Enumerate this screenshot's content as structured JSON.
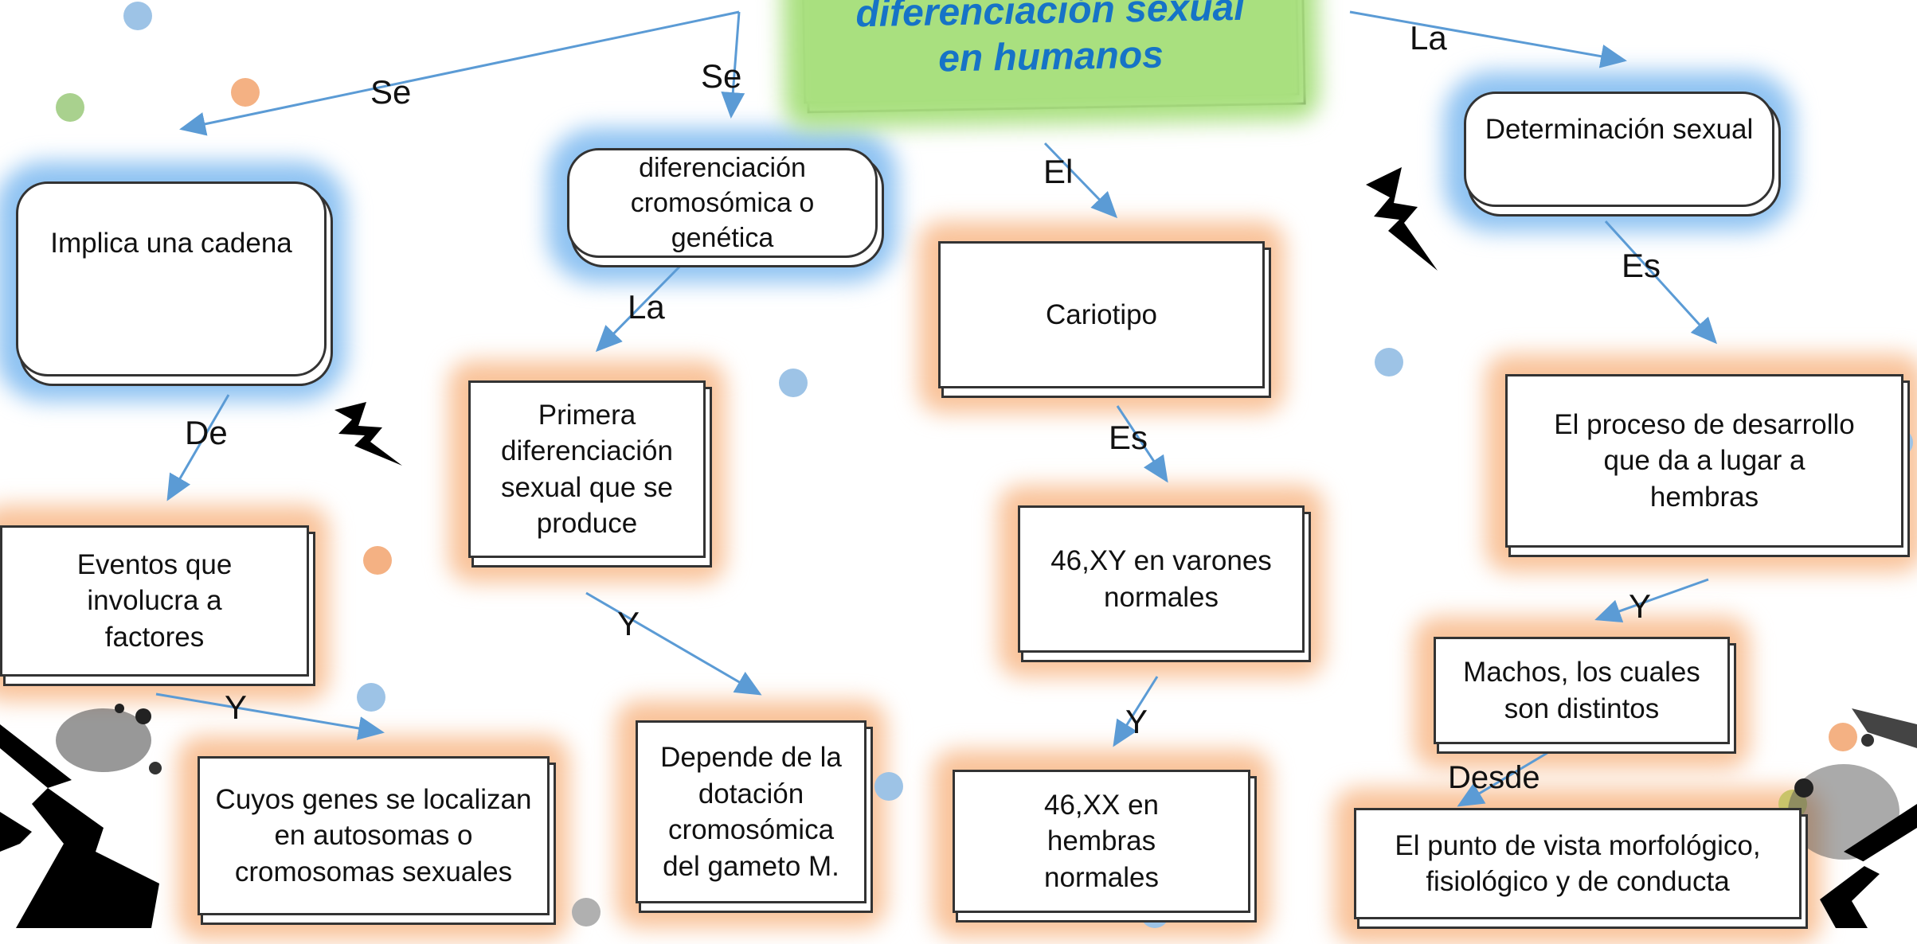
{
  "title": {
    "line1": "diferenciación sexual",
    "line2": "en humanos"
  },
  "nodes": {
    "cadena": "Implica una cadena",
    "cromosomica": "diferenciación cromosómica o genética",
    "determinacion": "Determinación sexual",
    "cariotipo": "Cariotipo",
    "primera": "Primera diferenciación sexual que se produce",
    "eventos": "Eventos que involucra a factores",
    "proceso": "El proceso de desarrollo que da a lugar a hembras",
    "xy": "46,XY en varones normales",
    "machos": "Machos, los cuales son distintos",
    "genes": "Cuyos genes se localizan en autosomas o cromosomas sexuales",
    "depende": "Depende de la dotación cromosómica del gameto M.",
    "xx": "46,XX en hembras normales",
    "punto": "El punto de vista morfológico, fisiológico y de conducta"
  },
  "connectors": {
    "se_left": "Se",
    "se_mid": "Se",
    "la_right": "La",
    "el": "El",
    "la_mid": "La",
    "es_right": "Es",
    "de": "De",
    "es_mid": "Es",
    "y_mid": "Y",
    "y_right": "Y",
    "y_left": "Y",
    "y_center": "Y",
    "desde": "Desde"
  },
  "colors": {
    "title": "#1673c7",
    "arrow": "#5b9bd5",
    "glow_blue": "#8fc3f2",
    "glow_orange": "#f9c39a",
    "glow_green": "#a9e07f"
  }
}
